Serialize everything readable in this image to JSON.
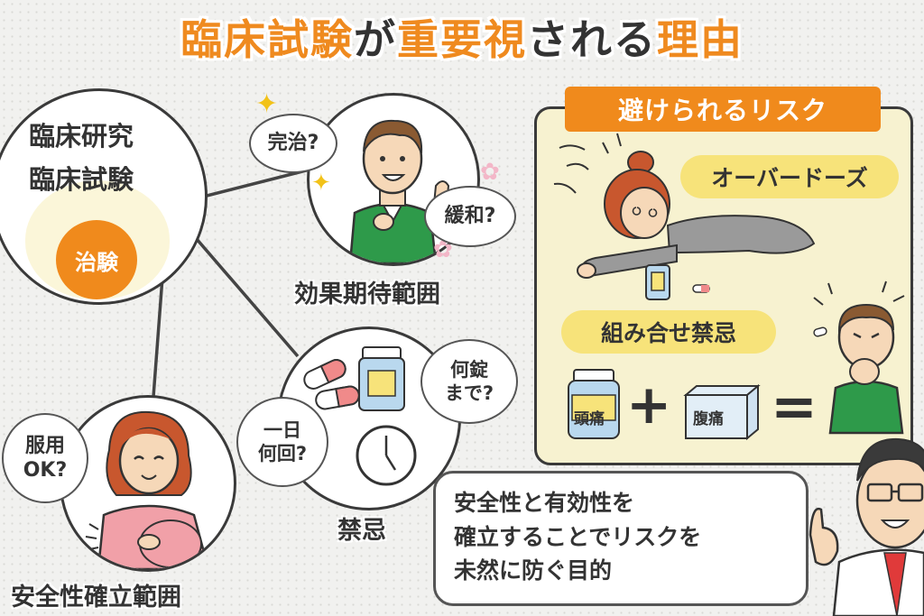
{
  "title": {
    "orange_1": "臨床試験",
    "dark_1": "が",
    "orange_2": "重要視",
    "dark_2": "される",
    "orange_3": "理由"
  },
  "left_circle": {
    "line1": "臨床研究",
    "line2": "臨床試験",
    "inner": "治験"
  },
  "effect": {
    "bubble1": "完治?",
    "bubble2": "緩和?",
    "label": "効果期待範囲"
  },
  "prohibition": {
    "bubble1_line1": "何錠",
    "bubble1_line2": "まで?",
    "bubble2_line1": "一日",
    "bubble2_line2": "何回?",
    "label": "禁忌"
  },
  "safety": {
    "bubble_line1": "服用",
    "bubble_line2": "OK?",
    "label": "安全性確立範囲"
  },
  "risk": {
    "header": "避けられるリスク",
    "overdose": "オーバードーズ",
    "combination": "組み合せ禁忌",
    "box1": "頭痛",
    "box2": "腹痛",
    "plus": "+",
    "equals": "="
  },
  "speech": {
    "line1": "安全性と有効性を",
    "line2": "確立することでリスクを",
    "line3": "未然に防ぐ目的"
  },
  "colors": {
    "accent": "#ef8a1f",
    "panel": "#f7f2d0",
    "pill": "#f7e37a",
    "green": "#2e9a4a"
  }
}
